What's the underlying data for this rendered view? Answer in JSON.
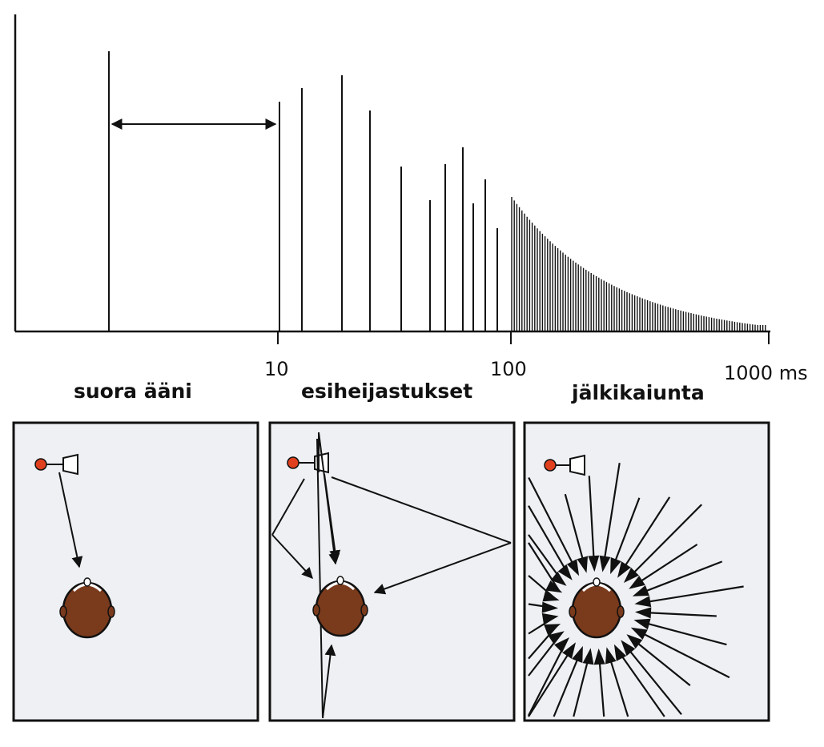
{
  "axis": {
    "scale": "log",
    "unit": "ms",
    "tick_labels": [
      "10",
      "100",
      "1000 ms"
    ],
    "tick_values": [
      10,
      100,
      1000
    ]
  },
  "phases": [
    {
      "label": "suora ääni"
    },
    {
      "label": "esiheijastukset"
    },
    {
      "label": "jälkikaiunta"
    }
  ],
  "colors": {
    "panel_bg": "#eef0f3",
    "ink": "#111111",
    "head": "#7a3a1c",
    "speaker_dot": "#e0401e"
  },
  "icons": [
    "speaker-icon",
    "listener-head-icon"
  ]
}
